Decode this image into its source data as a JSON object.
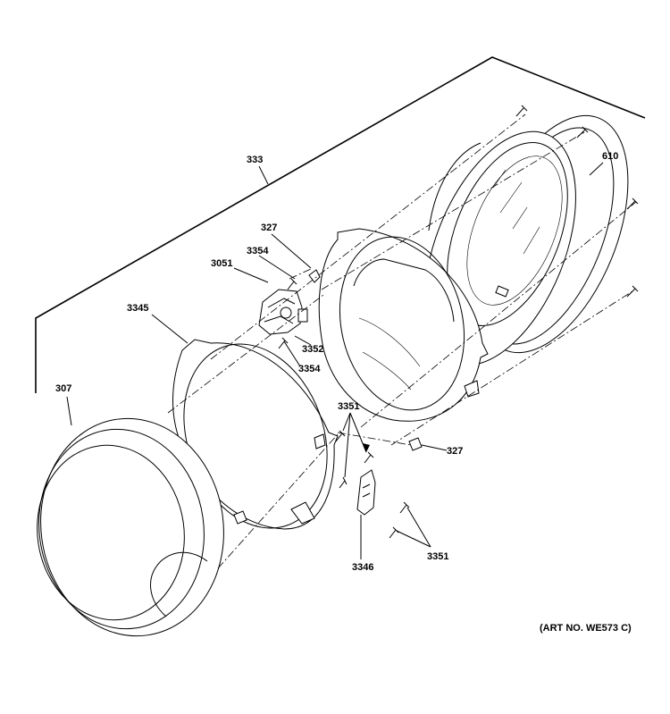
{
  "labels": {
    "l307": "307",
    "l333": "333",
    "l610": "610",
    "l327a": "327",
    "l3354a": "3354",
    "l3051": "3051",
    "l3345": "3345",
    "l3352": "3352",
    "l3354b": "3354",
    "l3351a": "3351",
    "l327b": "327",
    "l3346": "3346",
    "l3351b": "3351"
  },
  "art_number": "(ART NO. WE573 C)"
}
